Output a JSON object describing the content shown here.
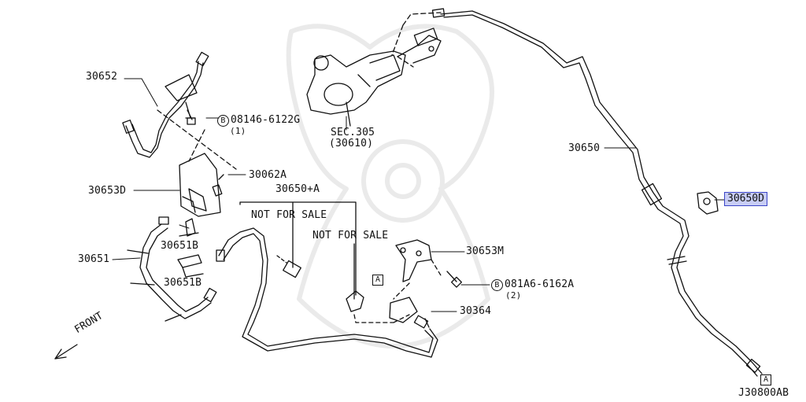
{
  "labels": {
    "p30652": "30652",
    "bolt1_code": "08146-6122G",
    "bolt1_qty": "(1)",
    "sec305": "SEC.305",
    "sec305_sub": "(30610)",
    "p30650": "30650",
    "p30650D": "30650D",
    "p30062A": "30062A",
    "p30653D": "30653D",
    "p30650A": "30650+A",
    "nfs1": "NOT FOR SALE",
    "nfs2": "NOT FOR SALE",
    "p30651": "30651",
    "p30651B_1": "30651B",
    "p30651B_2": "30651B",
    "p30653M": "30653M",
    "bolt2_code": "081A6-6162A",
    "bolt2_qty": "(2)",
    "p30364": "30364",
    "front": "FRONT",
    "figure_code": "J30800AB"
  },
  "markers": {
    "b": "B",
    "a": "A"
  }
}
